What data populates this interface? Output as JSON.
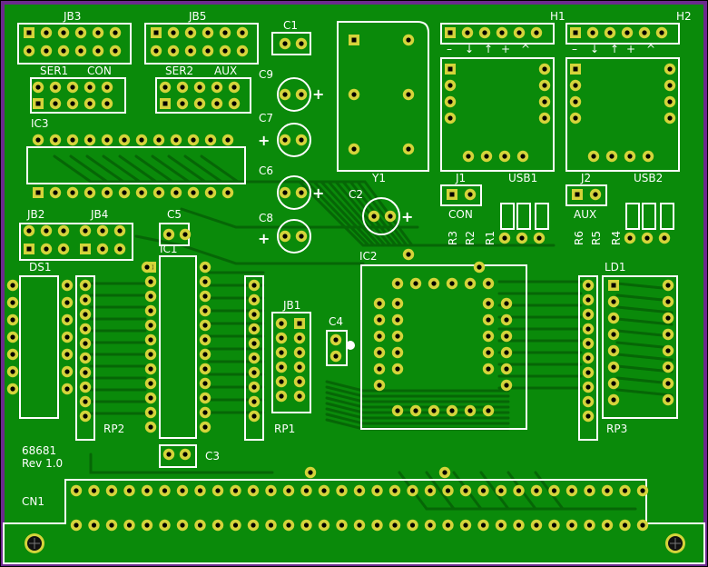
{
  "colors": {
    "board": "#0a8a0a",
    "copper": "#066606",
    "pad": "#d4d43a",
    "silk": "#ffffff",
    "edge": "#6b2a8c"
  },
  "labels": {
    "jb3": "JB3",
    "jb5": "JB5",
    "c1": "C1",
    "h1": "H1",
    "h2": "H2",
    "ser1": "SER1",
    "con_top": "CON",
    "ser2": "SER2",
    "aux_top": "AUX",
    "c9": "C9",
    "c7": "C7",
    "c6": "C6",
    "c8": "C8",
    "c2": "C2",
    "y1": "Y1",
    "ic3": "IC3",
    "j1": "J1",
    "usb1": "USB1",
    "j2": "J2",
    "usb2": "USB2",
    "con_j1": "CON",
    "aux_j2": "AUX",
    "r3": "R3",
    "r2": "R2",
    "r1": "R1",
    "r6": "R6",
    "r5": "R5",
    "r4": "R4",
    "jb2": "JB2",
    "jb4": "JB4",
    "c5": "C5",
    "ic1": "IC1",
    "ic2": "IC2",
    "ds1": "DS1",
    "jb1": "JB1",
    "c4": "C4",
    "ld1": "LD1",
    "rp2": "RP2",
    "rp1": "RP1",
    "rp3": "RP3",
    "c3": "C3",
    "cn1": "CN1",
    "board_id": "68681",
    "revision": "Rev 1.0",
    "h_pins": [
      "–",
      "↓",
      "↑",
      "+",
      "^"
    ]
  }
}
